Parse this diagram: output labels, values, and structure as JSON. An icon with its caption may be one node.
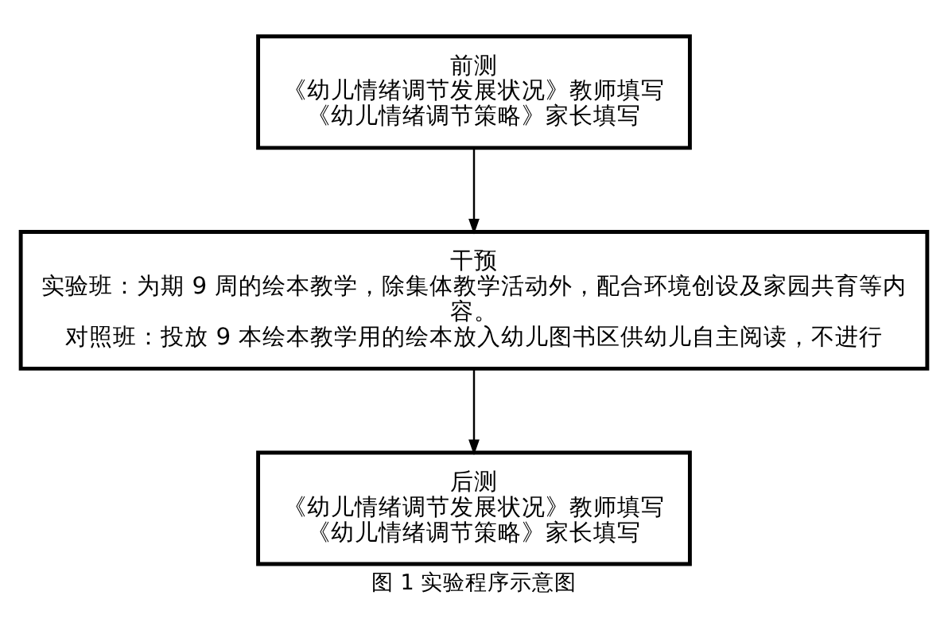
{
  "diagram": {
    "caption": "图 1 实验程序示意图",
    "nodes": [
      {
        "text": [
          "前测",
          "《幼儿情绪调节发展状况》教师填写",
          "《幼儿情绪调节策略》家长填写"
        ]
      },
      {
        "text": [
          "干预",
          "实验班：为期 9 周的绘本教学，除集体教学活动外，配合环境创设及家园共育等内容。",
          "对照班：投放 9 本绘本教学用的绘本放入幼儿图书区供幼儿自主阅读，不进行"
        ]
      },
      {
        "text": [
          "后测",
          "《幼儿情绪调节发展状况》教师填写",
          "《幼儿情绪调节策略》家长填写"
        ]
      }
    ],
    "edges": [
      {
        "from": 0,
        "to": 1,
        "arrow": "to"
      },
      {
        "from": 1,
        "to": 2,
        "arrow": "to"
      }
    ]
  }
}
